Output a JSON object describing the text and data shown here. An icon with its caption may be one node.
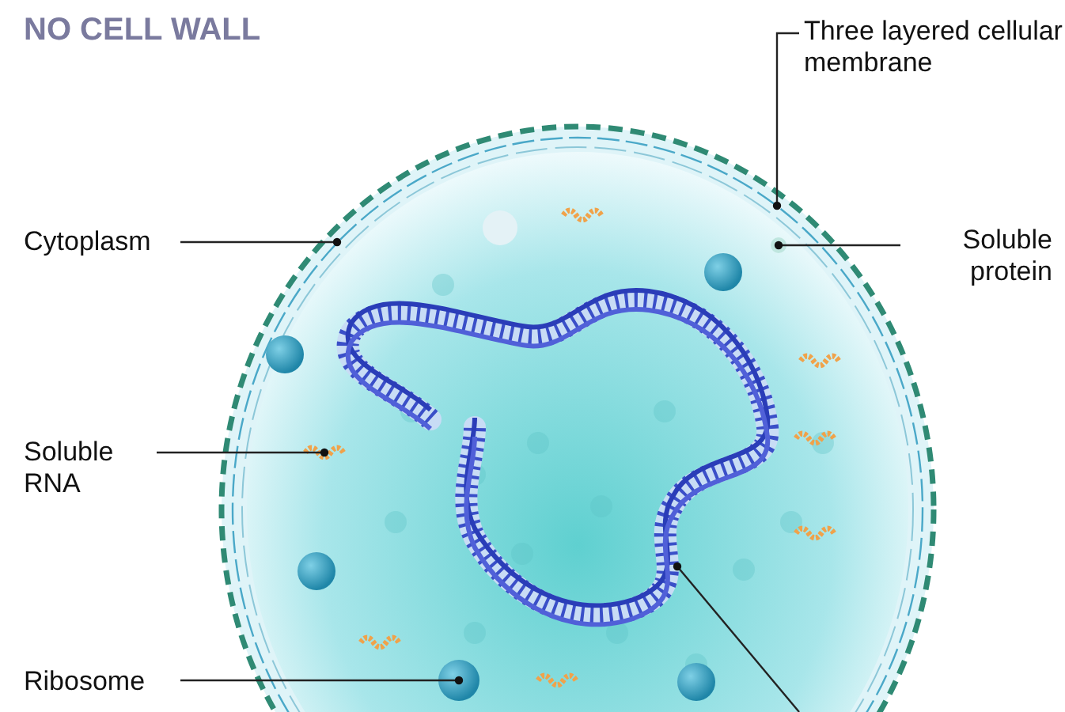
{
  "diagram": {
    "title": "NO CELL WALL",
    "nodes": [
      {
        "text": [
          "Three layered cellular membrane"
        ]
      },
      {
        "text": [
          "Cytoplasm"
        ]
      },
      {
        "text": [
          "Soluble protein"
        ]
      },
      {
        "text": [
          "Soluble RNA"
        ]
      },
      {
        "text": [
          "Ribosome"
        ]
      },
      {
        "text": [],
        "shape": "circle"
      },
      {
        "text": [],
        "shape": "circle",
        "in": 5
      },
      {
        "text": [],
        "shape": "picture",
        "in": 6
      },
      {
        "text": [],
        "shape": "circle",
        "in": 6
      },
      {
        "text": [],
        "shape": "circle",
        "in": 6
      },
      {
        "text": [],
        "shape": "picture",
        "in": 6
      },
      {
        "text": [],
        "shape": "circle",
        "in": 6
      },
      {
        "text": [],
        "shape": "circle",
        "in": 6
      },
      {
        "text": [],
        "shape": "circle",
        "in": 6
      },
      {
        "text": [],
        "shape": "circle",
        "in": 6
      },
      {
        "text": [],
        "shape": "circle",
        "in": 6
      },
      {
        "text": [],
        "shape": "picture",
        "in": 6
      },
      {
        "text": [],
        "shape": "picture",
        "in": 6
      },
      {
        "text": [],
        "shape": "picture",
        "in": 6
      },
      {
        "text": [],
        "shape": "picture",
        "in": 6
      },
      {
        "text": [],
        "shape": "picture",
        "in": 6
      },
      {
        "text": [],
        "shape": "picture",
        "in": 6
      }
    ],
    "edges": [
      {
        "from": 0,
        "to": 5,
        "arrow": "other"
      },
      {
        "from": 1,
        "to": 6,
        "arrow": "other"
      },
      {
        "from": 2,
        "to": 9,
        "arrow": "other"
      },
      {
        "from": 3,
        "to": 7,
        "arrow": "other"
      },
      {
        "from": 4,
        "to": 8,
        "arrow": "other"
      },
      {
        "from": null,
        "to": 10,
        "arrow": "other"
      }
    ]
  }
}
